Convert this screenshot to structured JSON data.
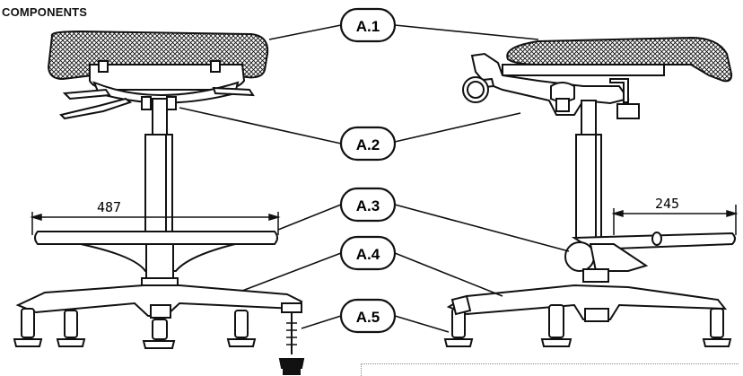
{
  "title": "COMPONENTS",
  "callouts": [
    {
      "id": "a1",
      "label": "A.1"
    },
    {
      "id": "a2",
      "label": "A.2"
    },
    {
      "id": "a3",
      "label": "A.3"
    },
    {
      "id": "a4",
      "label": "A.4"
    },
    {
      "id": "a5",
      "label": "A.5"
    }
  ],
  "dimensions": {
    "front_width": "487",
    "side_depth": "245"
  },
  "colors": {
    "line": "#111111",
    "fill": "#ffffff"
  }
}
